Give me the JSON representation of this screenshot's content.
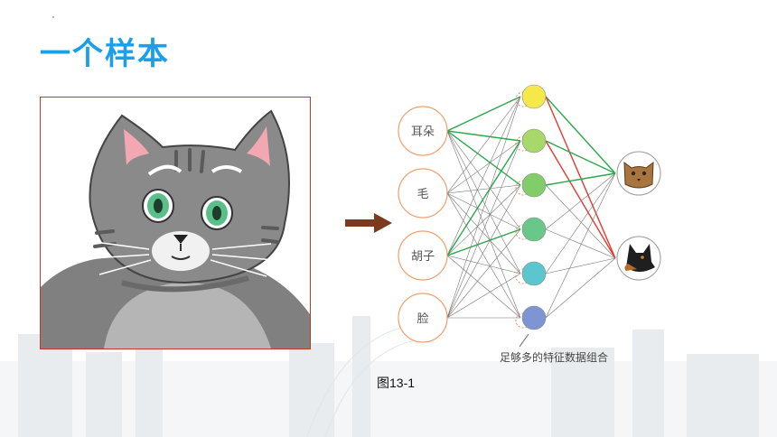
{
  "slide": {
    "title": "一个样本",
    "caption": "图13-1"
  },
  "diagram": {
    "input_features": [
      "耳朵",
      "毛",
      "胡子",
      "脸"
    ],
    "hidden_node_colors": [
      "#f5e94a",
      "#a6d86a",
      "#82cc6a",
      "#6ac78a",
      "#5cc6cf",
      "#7d95d3"
    ],
    "note": "足够多的特征数据组合",
    "outputs": [
      "cat-face-icon",
      "dog-face-icon"
    ],
    "highlight_colors": {
      "green": "#2aa84a",
      "red": "#e23b2e",
      "gray": "#777777"
    }
  },
  "colors": {
    "title": "#1aa0e8",
    "frame": "#c0392b",
    "arrow": "#7a3b1f",
    "node_outline": "#f0a070"
  }
}
